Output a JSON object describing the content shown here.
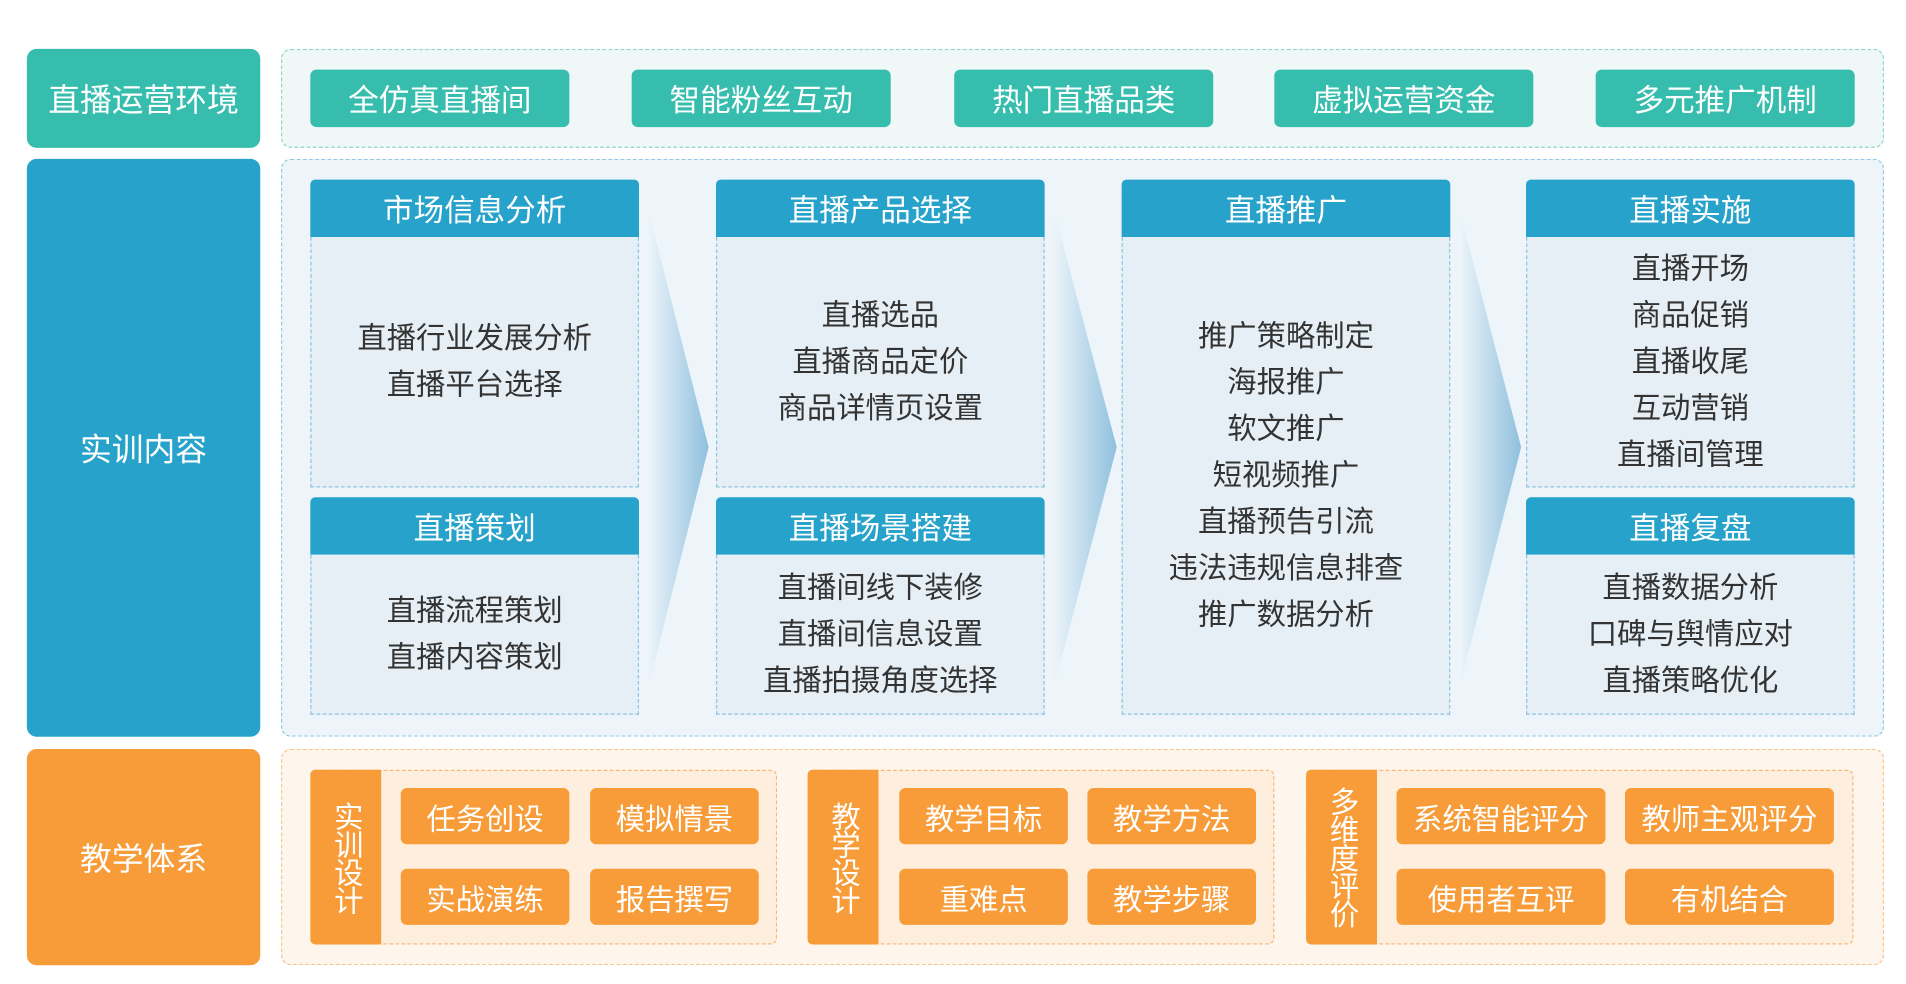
{
  "rows": {
    "environment": {
      "label": "直播运营环境",
      "items": [
        "全仿真直播间",
        "智能粉丝互动",
        "热门直播品类",
        "虚拟运营资金",
        "多元推广机制"
      ]
    },
    "training": {
      "label": "实训内容"
    },
    "teaching": {
      "label": "教学体系"
    }
  },
  "cards": [
    {
      "title": "市场信息分析",
      "lines": [
        "直播行业发展分析",
        "直播平台选择"
      ]
    },
    {
      "title": "直播策划",
      "lines": [
        "直播流程策划",
        "直播内容策划"
      ]
    },
    {
      "title": "直播产品选择",
      "lines": [
        "直播选品",
        "直播商品定价",
        "商品详情页设置"
      ]
    },
    {
      "title": "直播场景搭建",
      "lines": [
        "直播间线下装修",
        "直播间信息设置",
        "直播拍摄角度选择"
      ]
    },
    {
      "title": "直播推广",
      "lines": [
        "推广策略制定",
        "海报推广",
        "软文推广",
        "短视频推广",
        "直播预告引流",
        "违法违规信息排查",
        "推广数据分析"
      ]
    },
    {
      "title": "直播实施",
      "lines": [
        "直播开场",
        "商品促销",
        "直播收尾",
        "互动营销",
        "直播间管理"
      ]
    },
    {
      "title": "直播复盘",
      "lines": [
        "直播数据分析",
        "口碑与舆情应对",
        "直播策略优化"
      ]
    }
  ],
  "groups": [
    {
      "label": "实训设计",
      "items": [
        "任务创设",
        "模拟情景",
        "实战演练",
        "报告撰写"
      ]
    },
    {
      "label": "教学设计",
      "items": [
        "教学目标",
        "教学方法",
        "重难点",
        "教学步骤"
      ]
    },
    {
      "label": "多维度评价",
      "items": [
        "系统智能评分",
        "教师主观评分",
        "使用者互评",
        "有机结合"
      ]
    }
  ],
  "colors": {
    "teal": "#36BDAD",
    "blue": "#27A2CB",
    "orange": "#F79C39"
  }
}
